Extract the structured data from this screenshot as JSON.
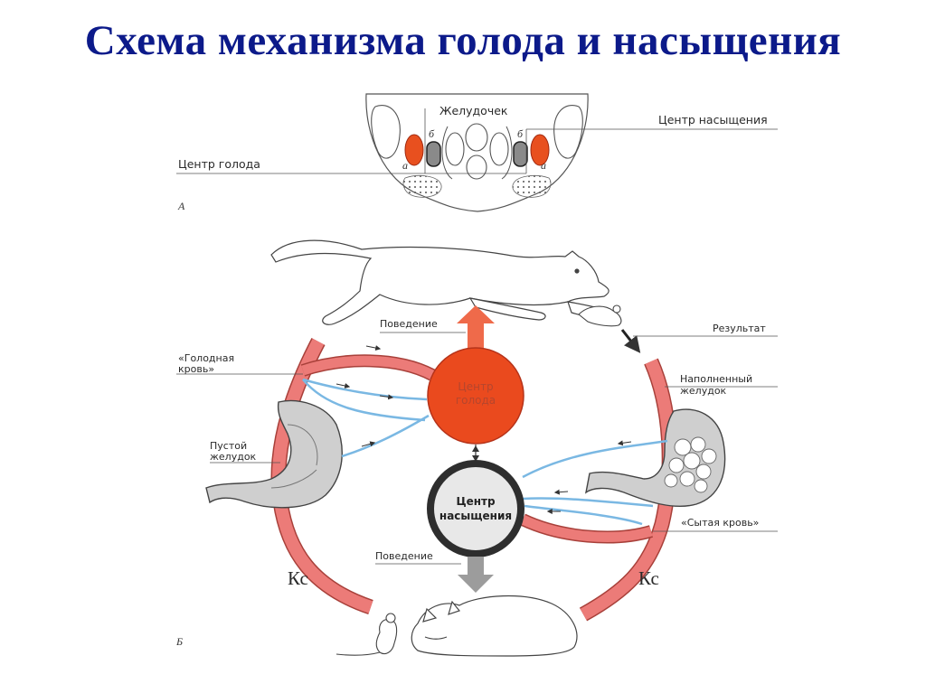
{
  "title": "Схема механизма голода и насыщения",
  "panel_a": {
    "letter": "А",
    "ventricle": "Желудочек",
    "satiety_center": "Центр насыщения",
    "hunger_center": "Центр голода",
    "mark_a": "а",
    "mark_b": "б"
  },
  "panel_b": {
    "letter": "Б",
    "behavior_top": "Поведение",
    "behavior_bottom": "Поведение",
    "result": "Результат",
    "hungry_blood_1": "«Голодная",
    "hungry_blood_2": "кровь»",
    "empty_stomach_1": "Пустой",
    "empty_stomach_2": "желудок",
    "full_stomach_1": "Наполненный",
    "full_stomach_2": "желудок",
    "fed_blood": "«Сытая кровь»",
    "hunger_center_1": "Центр",
    "hunger_center_2": "голода",
    "satiety_center_1": "Центр",
    "satiety_center_2": "насыщения",
    "ks_left": "Кс",
    "ks_right": "Кс"
  },
  "colors": {
    "title": "#0c1a8a",
    "hunger": "#ea4a1e",
    "vessel": "#ec7b78",
    "nerve": "#7ab8e3",
    "satiety": "#3a3a3a",
    "arrow_up": "#ef6a4a",
    "arrow_down": "#9c9c9c"
  }
}
